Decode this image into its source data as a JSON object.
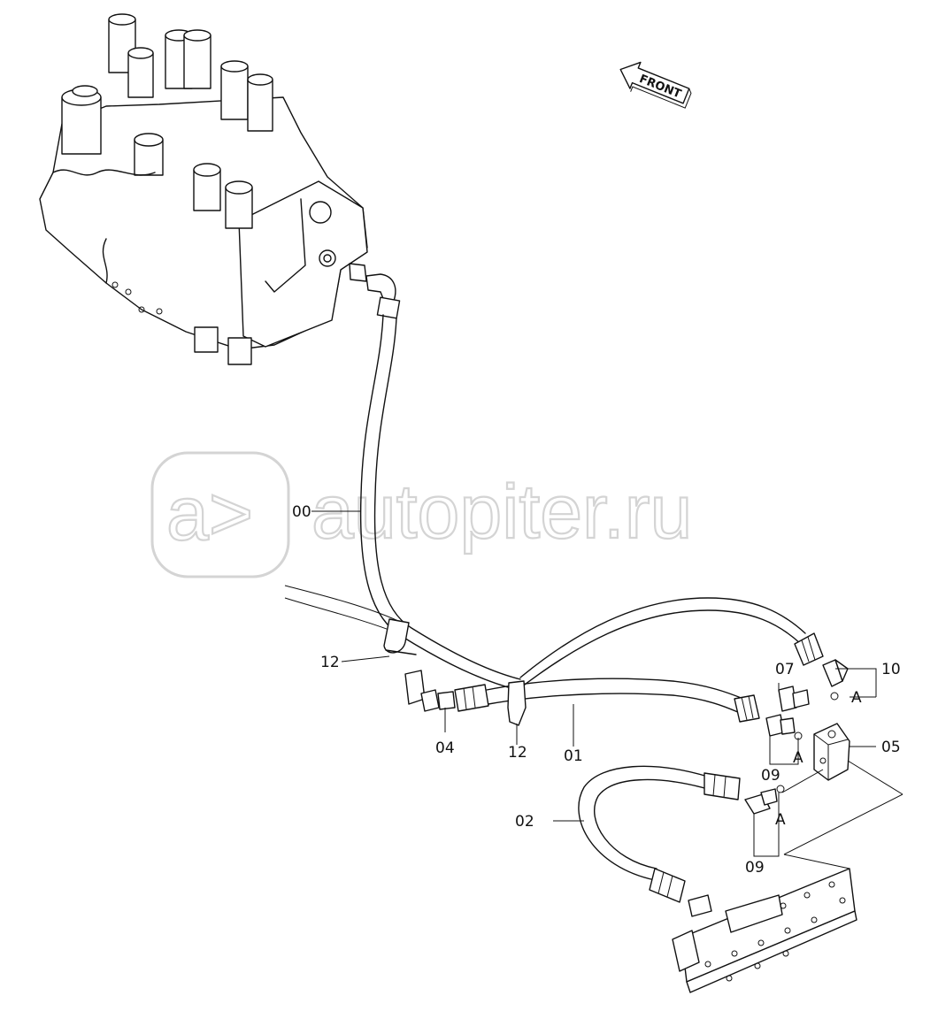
{
  "watermark": {
    "glyph": "a>",
    "text": "autopiter.ru"
  },
  "direction_arrow": {
    "label": "FRONT"
  },
  "callouts": {
    "c00": "00",
    "c01": "01",
    "c02": "02",
    "c04": "04",
    "c05": "05",
    "c07": "07",
    "c09a": "09",
    "c09b": "09",
    "c10": "10",
    "c12a": "12",
    "c12b": "12",
    "detail_a1": "A",
    "detail_a2": "A",
    "detail_a3": "A"
  }
}
